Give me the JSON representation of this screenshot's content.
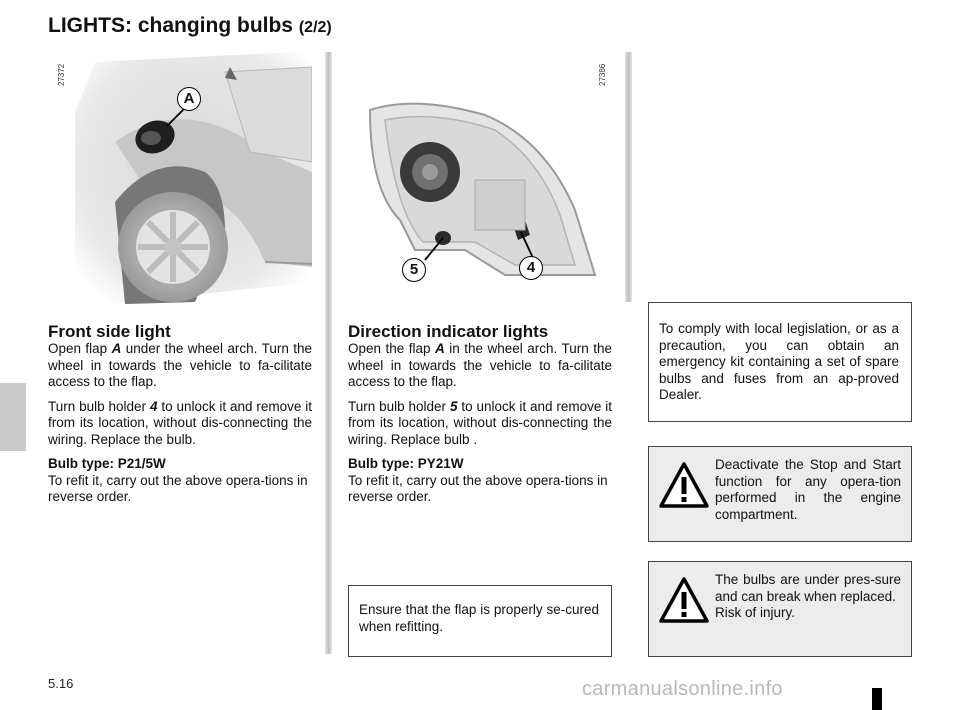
{
  "header": {
    "title": "LIGHTS: changing bulbs",
    "title_suffix": "(2/2)"
  },
  "figures": {
    "left": {
      "id": "27372",
      "callout": "A"
    },
    "right": {
      "id": "27386",
      "callouts": [
        "5",
        "4"
      ]
    }
  },
  "front_side_light": {
    "heading": "Front side light",
    "p1_a": "Open flap ",
    "p1_flap": "A",
    "p1_b": " under the wheel arch. Turn the wheel in towards the vehicle to fa-cilitate access to the flap.",
    "p2_a": "Turn bulb holder ",
    "p2_num": "4",
    "p2_b": " to unlock it and remove it from its location, without dis-connecting the wiring. Replace the bulb.",
    "bulb_type": "Bulb type: P21/5W",
    "refit": "To refit it, carry out the above opera-tions in reverse order."
  },
  "direction_indicator": {
    "heading": "Direction indicator lights",
    "p1_a": "Open the flap ",
    "p1_flap": "A",
    "p1_b": " in the wheel arch. Turn the wheel in towards the vehicle to fa-cilitate access to the flap.",
    "p2_a": "Turn bulb holder ",
    "p2_num": "5",
    "p2_b": " to unlock it and remove it from its location, without dis-connecting the wiring. Replace bulb .",
    "bulb_type": "Bulb type: PY21W",
    "refit": "To refit it, carry out the above opera-tions in reverse order.",
    "note": "Ensure that the flap is properly se-cured when refitting."
  },
  "side_notes": {
    "legislation": "To comply with local legislation, or as a precaution, you can obtain an emergency kit containing a set of spare bulbs and fuses from an ap-proved Dealer.",
    "warning1": "Deactivate the Stop and Start function for any opera-tion performed in the engine compartment.",
    "warning2_line1": "The bulbs are under pres-sure and can break when replaced.",
    "warning2_line2": "Risk of injury."
  },
  "footer": {
    "page": "5.16",
    "watermark": "carmanualsonline.info"
  }
}
